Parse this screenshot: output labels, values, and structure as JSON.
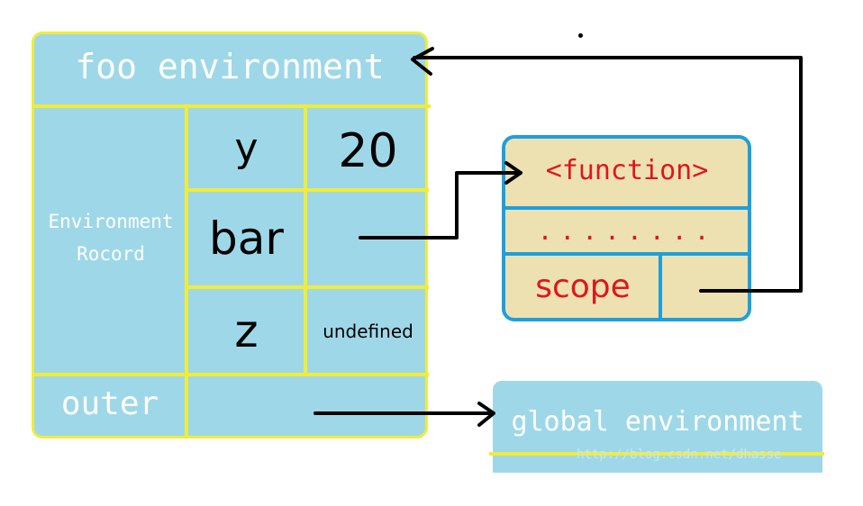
{
  "foo_env": {
    "title": "foo environment",
    "record_label_line1": "Environment",
    "record_label_line2": "Rocord",
    "rows": [
      {
        "name": "y",
        "value": "20"
      },
      {
        "name": "bar",
        "value": ""
      },
      {
        "name": "z",
        "value": "undefined"
      }
    ],
    "outer_label": "outer"
  },
  "function_obj": {
    "title": "<function>",
    "dots": "........",
    "scope_label": "scope"
  },
  "global_env": {
    "title": "global environment",
    "watermark": "http://blog.csdn.net/dhasse"
  },
  "colors": {
    "env_fill": "#9ed8e8",
    "env_border": "#f0ec3a",
    "fn_fill": "#ede1b2",
    "fn_border": "#1e9fdc",
    "fn_text": "#e0161c",
    "arrow": "#000000"
  }
}
